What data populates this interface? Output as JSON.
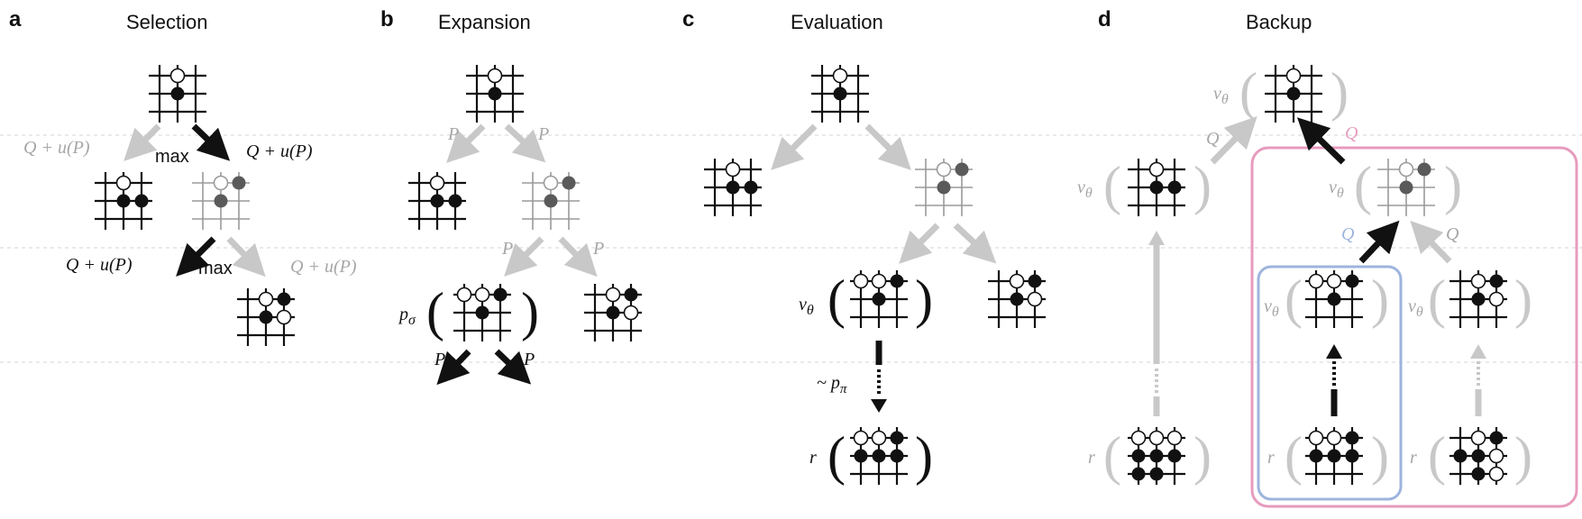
{
  "panels": {
    "a": {
      "letter": "a",
      "title": "Selection"
    },
    "b": {
      "letter": "b",
      "title": "Expansion"
    },
    "c": {
      "letter": "c",
      "title": "Evaluation"
    },
    "d": {
      "letter": "d",
      "title": "Backup"
    }
  },
  "labels": {
    "q_plus_u": "Q + u(P)",
    "max": "max",
    "p": "P",
    "q": "Q",
    "p_sigma": "p",
    "p_sigma_sub": "σ",
    "v_theta": "ν",
    "v_theta_sub": "θ",
    "sample_p_pi": "~ p",
    "sample_sub": "π",
    "r": "r"
  },
  "colors": {
    "black": "#111111",
    "gray": "#c8c8c8",
    "gray_text": "#a6a6a6",
    "pink": "#e79bbd",
    "blue": "#9db4dd",
    "dashed_line": "#d6d6d6"
  }
}
